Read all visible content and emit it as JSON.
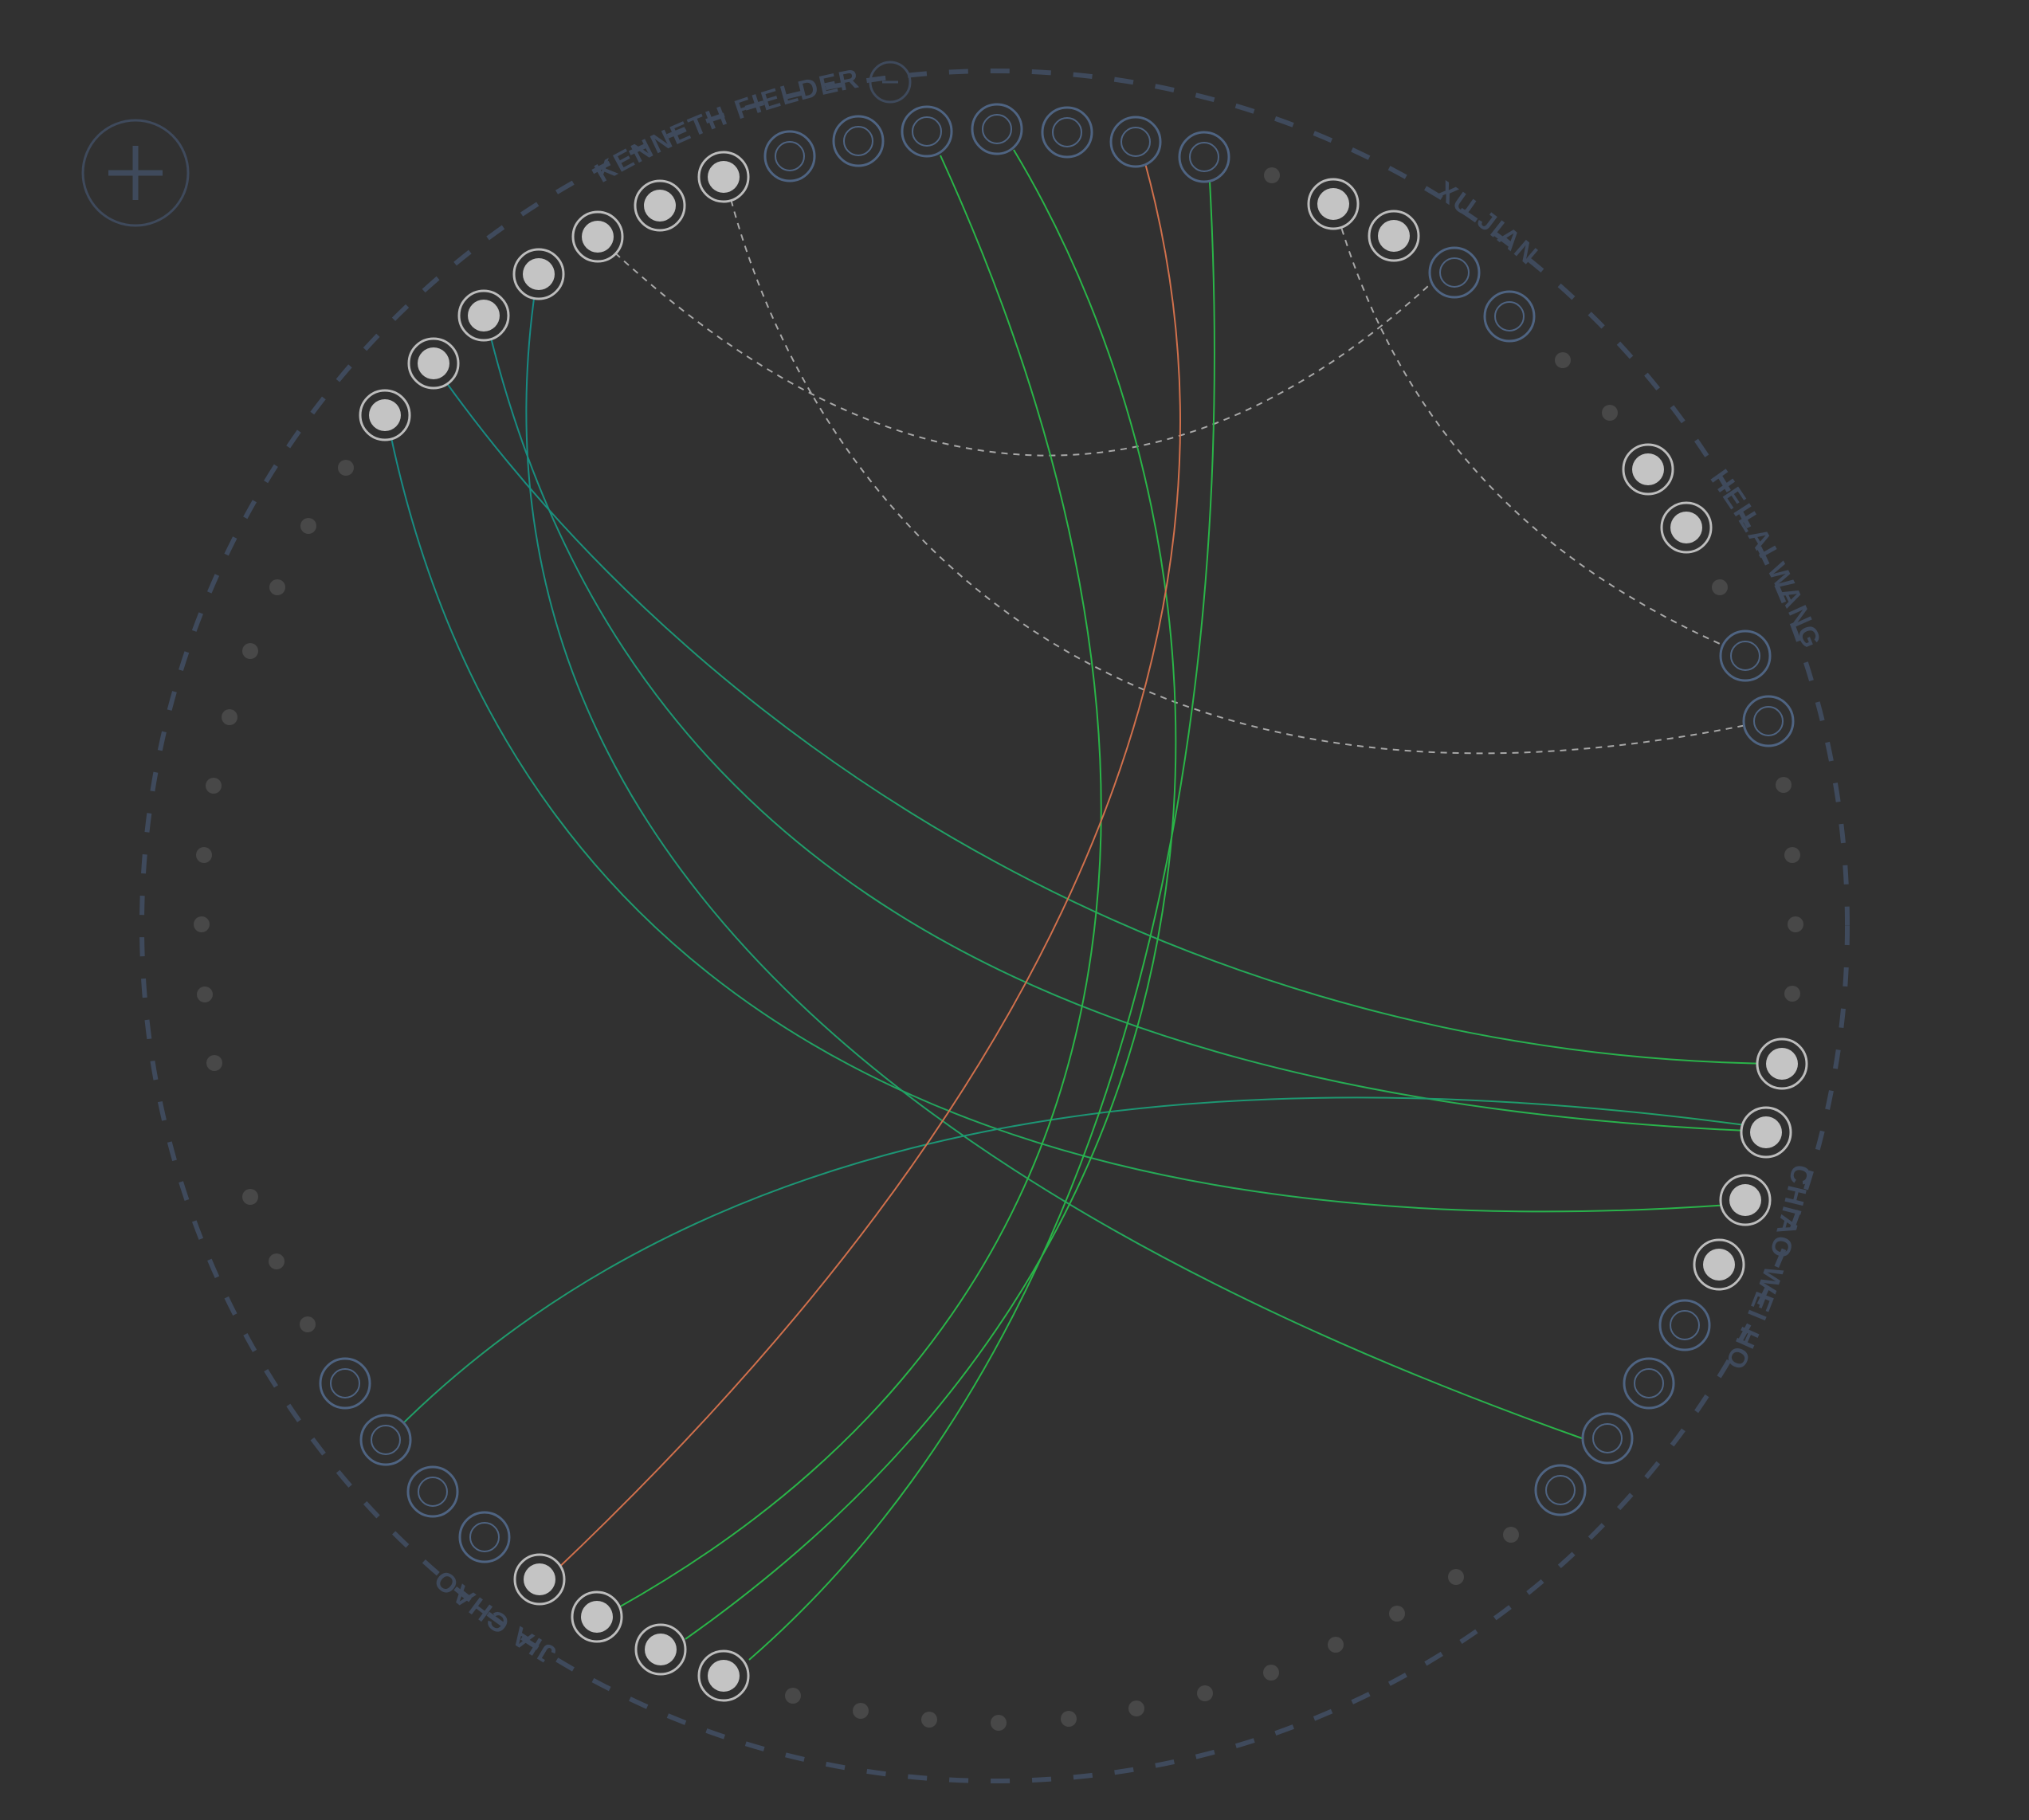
{
  "controls": {
    "zoom_in_icon": "plus-icon",
    "collapse_icon": "minus-icon"
  },
  "colors": {
    "background": "#313131",
    "ring": "#3f4a5c",
    "active_node_fill": "#c4c4c4",
    "active_node_ring": "#bdbdbd",
    "inactive_node": "#4f6482",
    "dot": "#484848",
    "link_green": "#2ab548",
    "link_teal": "#178a86",
    "link_orange": "#d0704c",
    "link_dashed": "#a8a8a8"
  },
  "groups": [
    {
      "label": "KENNETH FIELDER"
    },
    {
      "label": "XU JIAN"
    },
    {
      "label": "HEILAI WANG"
    },
    {
      "label": "CHIAO WEI HO"
    },
    {
      "label": "JIA CHAO"
    }
  ]
}
